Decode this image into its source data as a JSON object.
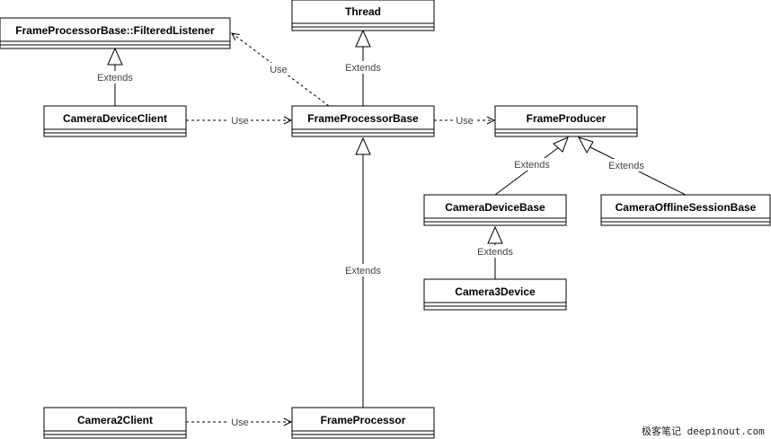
{
  "diagram": {
    "type": "uml-class-diagram",
    "classes": [
      {
        "id": "thread",
        "name": "Thread"
      },
      {
        "id": "filtered_listener",
        "name": "FrameProcessorBase::FilteredListener"
      },
      {
        "id": "camera_device_client",
        "name": "CameraDeviceClient"
      },
      {
        "id": "frame_processor_base",
        "name": "FrameProcessorBase"
      },
      {
        "id": "frame_producer",
        "name": "FrameProducer"
      },
      {
        "id": "camera_device_base",
        "name": "CameraDeviceBase"
      },
      {
        "id": "camera_offline_session_base",
        "name": "CameraOfflineSessionBase"
      },
      {
        "id": "camera3_device",
        "name": "Camera3Device"
      },
      {
        "id": "camera2_client",
        "name": "Camera2Client"
      },
      {
        "id": "frame_processor",
        "name": "FrameProcessor"
      }
    ],
    "relations": [
      {
        "from": "frame_processor_base",
        "to": "thread",
        "kind": "extends",
        "label": "Extends"
      },
      {
        "from": "camera_device_client",
        "to": "filtered_listener",
        "kind": "extends",
        "label": "Extends"
      },
      {
        "from": "frame_processor_base",
        "to": "filtered_listener",
        "kind": "use",
        "label": "Use"
      },
      {
        "from": "camera_device_client",
        "to": "frame_processor_base",
        "kind": "use",
        "label": "Use"
      },
      {
        "from": "frame_processor_base",
        "to": "frame_producer",
        "kind": "use",
        "label": "Use"
      },
      {
        "from": "camera_device_base",
        "to": "frame_producer",
        "kind": "extends",
        "label": "Extends"
      },
      {
        "from": "camera_offline_session_base",
        "to": "frame_producer",
        "kind": "extends",
        "label": "Extends"
      },
      {
        "from": "camera3_device",
        "to": "camera_device_base",
        "kind": "extends",
        "label": "Extends"
      },
      {
        "from": "frame_processor",
        "to": "frame_processor_base",
        "kind": "extends",
        "label": "Extends"
      },
      {
        "from": "camera2_client",
        "to": "frame_processor",
        "kind": "use",
        "label": "Use"
      }
    ]
  },
  "watermark": {
    "text": "极客笔记 deepinout.com"
  }
}
